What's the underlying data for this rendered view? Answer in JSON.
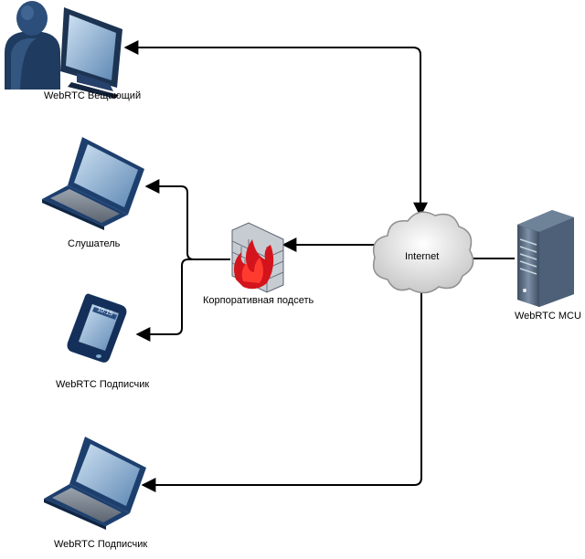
{
  "nodes": {
    "broadcaster": "WebRTC Вещающий",
    "listener": "Слушатель",
    "corporate_subnet": "Корпоративная подсеть",
    "subscriber_phone": "WebRTC Подписчик",
    "subscriber_laptop": "WebRTC Подписчик",
    "internet": "Internet",
    "mcu": "WebRTC MCU",
    "phone_clock": "10:15"
  },
  "colors": {
    "line": "#000000",
    "device_blue": "#1d3f6e",
    "screen_blue": "#7ea9cf",
    "cloud": "#dcdcdc",
    "server": "#5b6f86",
    "firewall_red": "#d4141c",
    "brick": "#bfc4cc"
  }
}
